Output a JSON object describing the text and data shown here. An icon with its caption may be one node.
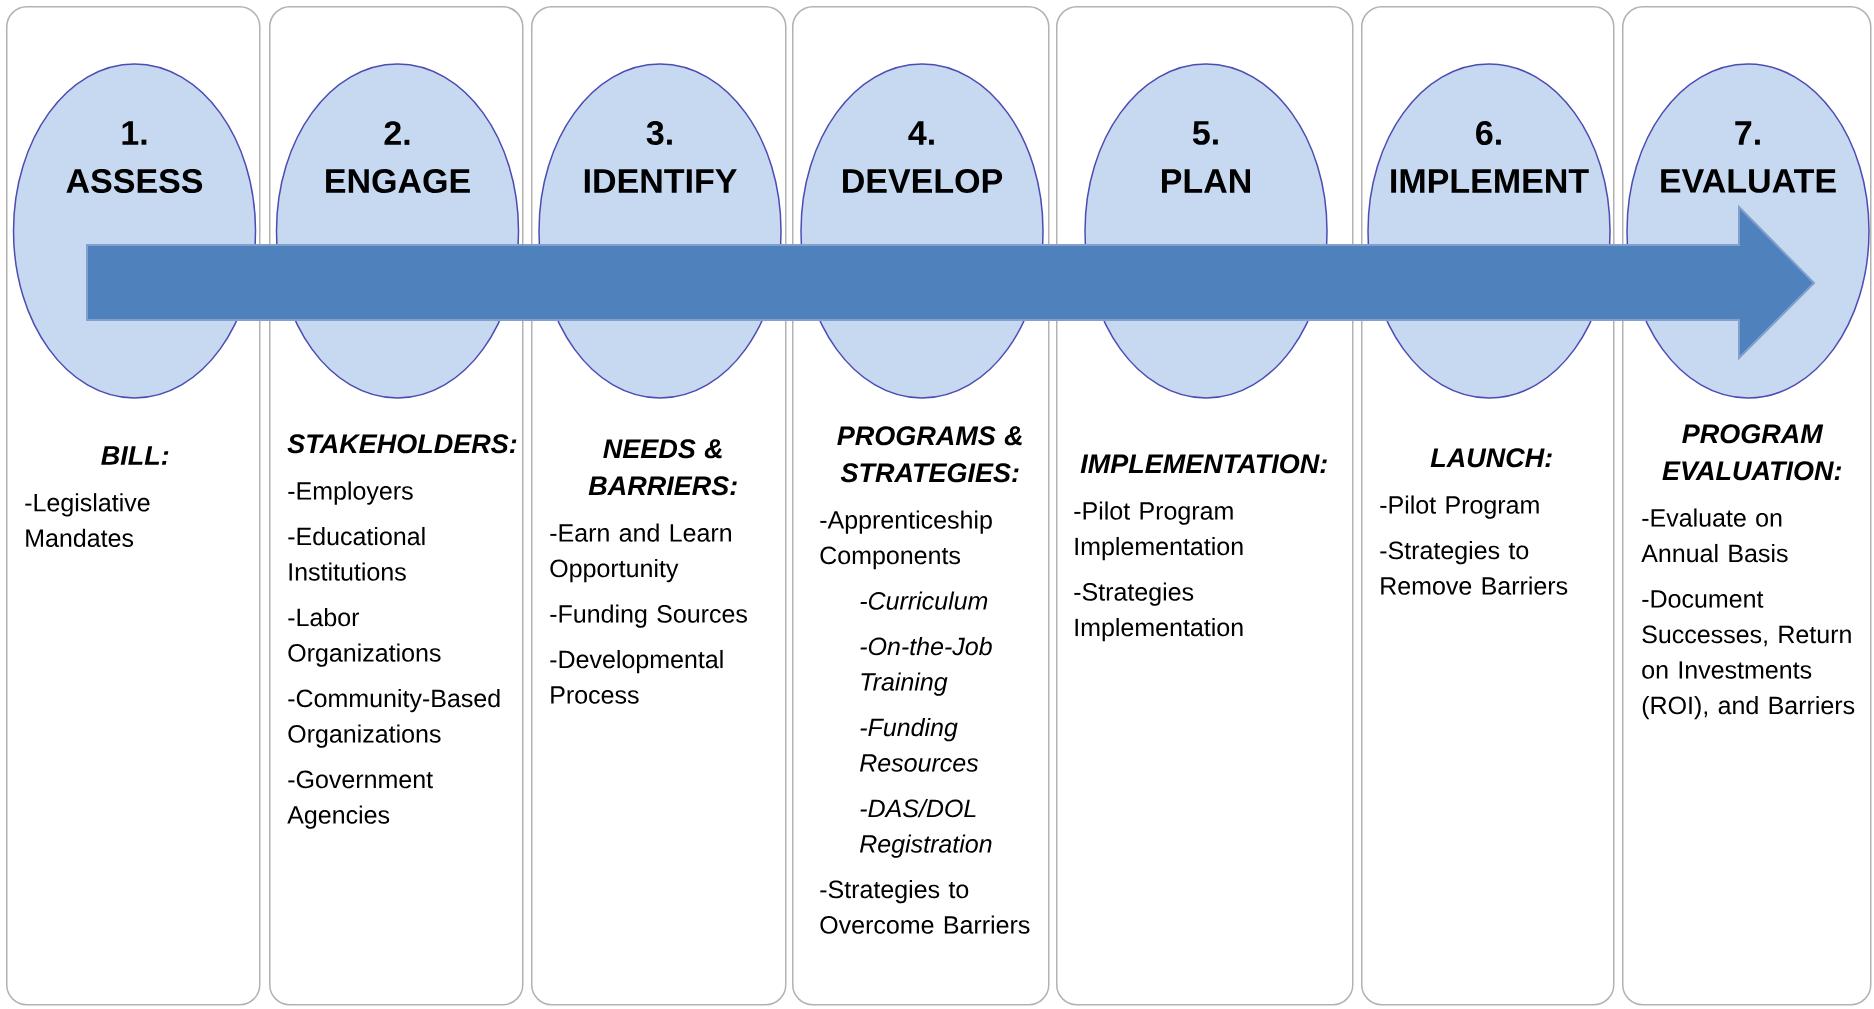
{
  "diagram": {
    "nodes": [
      {
        "text": [
          "BILL:",
          "-Legislative Mandates"
        ]
      },
      {
        "text": [
          "1.",
          "ASSESS"
        ],
        "in": 0
      },
      {
        "text": [
          "STAKEHOLDERS:",
          "-Employers",
          "-Educational Institutions",
          "-Labor Organizations",
          "-Community-Based Organizations",
          "-Government Agencies"
        ]
      },
      {
        "text": [
          "2.",
          "ENGAGE"
        ],
        "in": 2
      },
      {
        "text": [
          "NEEDS & BARRIERS:",
          "-Earn and Learn Opportunity",
          "-Funding Sources",
          "-Developmental Process"
        ]
      },
      {
        "text": [
          "3.",
          "IDENTIFY"
        ],
        "in": 4
      },
      {
        "text": [
          "PROGRAMS & STRATEGIES:",
          "-Apprenticeship Components",
          "-Curriculum",
          "-On-the-Job Training",
          "-Funding Resources",
          "-DAS/DOL Registration",
          "-Strategies to Overcome Barriers"
        ]
      },
      {
        "text": [
          "4.",
          "DEVELOP"
        ],
        "in": 6
      },
      {
        "text": [
          "IMPLEMENTATION:",
          "-Pilot Program Implementation",
          "-Strategies Implementation"
        ]
      },
      {
        "text": [
          "5.",
          "PLAN"
        ],
        "in": 8
      },
      {
        "text": [
          "LAUNCH:",
          "-Pilot Program",
          "-Strategies to Remove Barriers"
        ]
      },
      {
        "text": [
          "6.",
          "IMPLEMENT"
        ],
        "in": 10
      },
      {
        "text": [
          "PROGRAM EVALUATION:",
          "-Evaluate on Annual Basis",
          "-Document Successes, Return on Investments (ROI), and Barriers"
        ]
      },
      {
        "text": [
          "7.",
          "EVALUATE"
        ],
        "in": 12
      }
    ]
  }
}
